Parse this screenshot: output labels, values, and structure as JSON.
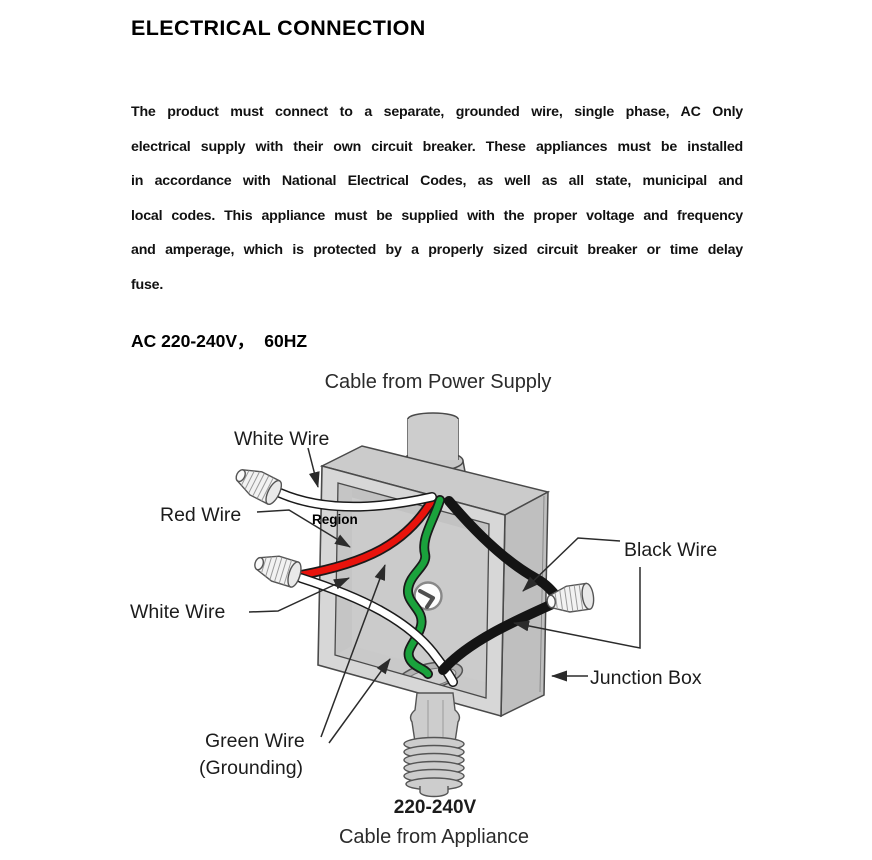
{
  "header": {
    "title": "ELECTRICAL CONNECTION"
  },
  "body_text": {
    "paragraph_lines": [
      "The product must connect to a separate, grounded wire, single phase, AC Only",
      "electrical supply with their own circuit breaker. These appliances must be installed",
      "in accordance with National Electrical Codes, as well as all state, municipal and",
      "local codes. This appliance must be supplied with the proper voltage and frequency",
      "and amperage, which is protected by a properly sized circuit breaker or time delay",
      "fuse."
    ],
    "spec_heading": "AC 220-240V，  60HZ"
  },
  "diagram": {
    "top_caption": "Cable from Power Supply",
    "bottom_voltage": "220-240V",
    "bottom_caption": "Cable from Appliance",
    "labels": {
      "white_wire_top": "White Wire",
      "red_wire": "Red Wire",
      "white_wire_bottom": "White Wire",
      "black_wire": "Black Wire",
      "junction_box": "Junction Box",
      "green_wire_line1": "Green Wire",
      "green_wire_line2": "(Grounding)",
      "region_tag": "Region"
    },
    "wire_colors": {
      "red": "#e8130c",
      "green": "#1aa23c",
      "black": "#141414",
      "white": "#ffffff"
    }
  }
}
